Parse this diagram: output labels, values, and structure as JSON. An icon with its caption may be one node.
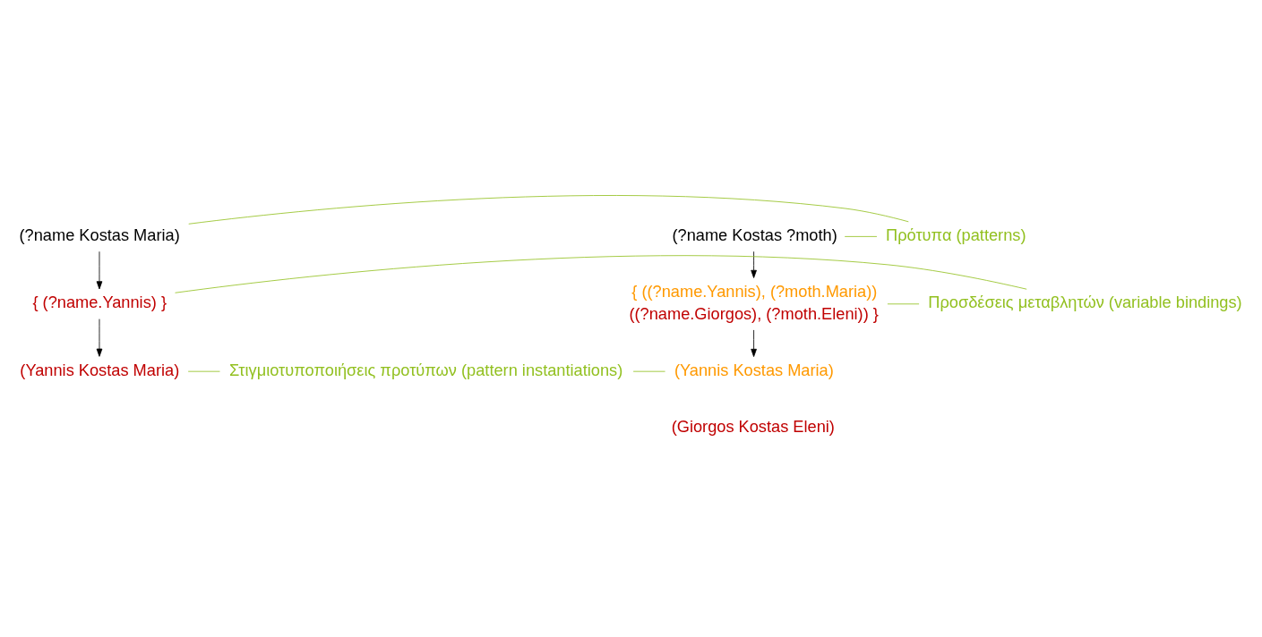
{
  "diagram": {
    "nodes": [
      {
        "text": [
          "(?name Kostas Maria)"
        ]
      },
      {
        "text": [
          "{ (?name.Yannis) }"
        ]
      },
      {
        "text": [
          "(Yannis Kostas Maria)"
        ]
      },
      {
        "text": [
          "(?name Kostas ?moth)"
        ]
      },
      {
        "text": [
          "{ ((?name.Yannis), (?moth.Maria))",
          "((?name.Giorgos), (?moth.Eleni)) }"
        ]
      },
      {
        "text": [
          "(Yannis Kostas Maria)"
        ]
      },
      {
        "text": [
          "(Giorgos Kostas Eleni)"
        ]
      },
      {
        "text": [
          "Πρότυπα (patterns)"
        ]
      },
      {
        "text": [
          "Προσδέσεις μεταβλητών (variable bindings)"
        ]
      },
      {
        "text": [
          "Στιγμιοτυποποιήσεις προτύπων (pattern instantiations)"
        ]
      }
    ],
    "edges": [
      {
        "from": 0,
        "to": 1,
        "arrow": "to",
        "color": "#000000"
      },
      {
        "from": 1,
        "to": 2,
        "arrow": "to",
        "color": "#000000"
      },
      {
        "from": 3,
        "to": 4,
        "arrow": "to",
        "color": "#000000"
      },
      {
        "from": 4,
        "to": 5,
        "arrow": "to",
        "color": "#000000"
      },
      {
        "from": 7,
        "to": 0,
        "arrow": "none"
      },
      {
        "from": 7,
        "to": 3,
        "arrow": "none"
      },
      {
        "from": 8,
        "to": 1,
        "arrow": "none"
      },
      {
        "from": 8,
        "to": 4,
        "arrow": "none"
      },
      {
        "from": 9,
        "to": 2,
        "arrow": "none"
      },
      {
        "from": 9,
        "to": 5,
        "arrow": "none"
      }
    ]
  }
}
